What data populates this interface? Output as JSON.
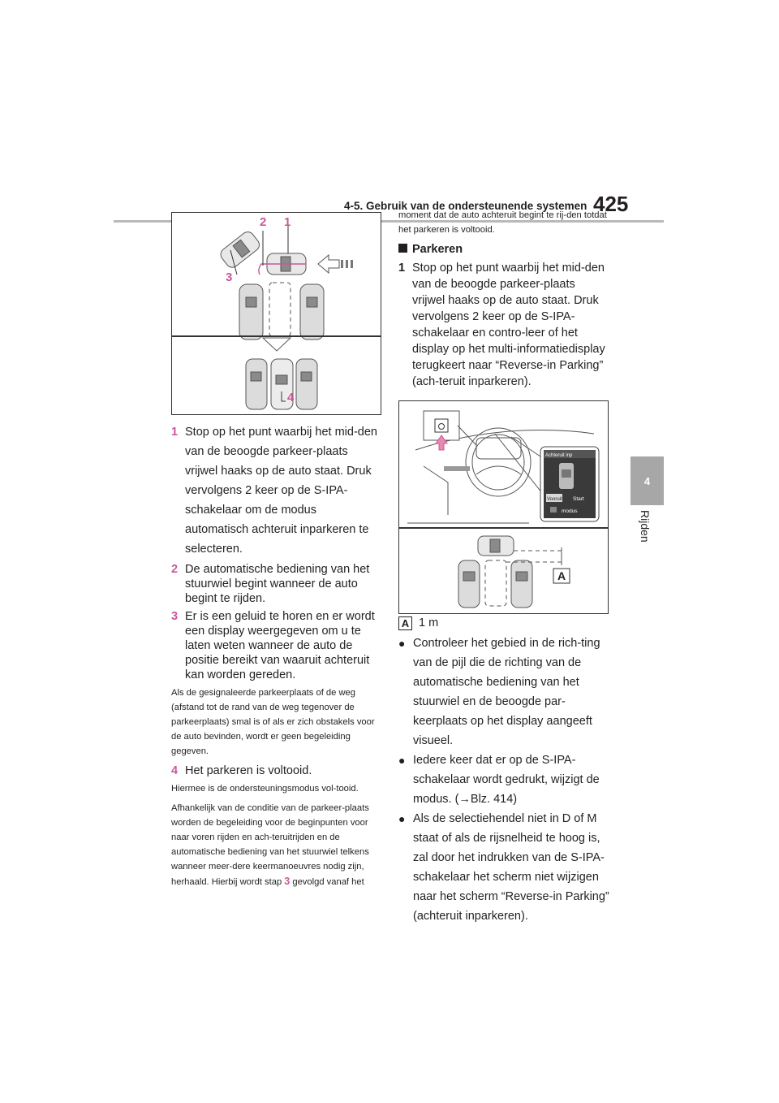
{
  "header": {
    "section": "4-5. Gebruik van de ondersteunende systemen",
    "page_number": "425"
  },
  "chapter_tab": {
    "number": "4",
    "label": "Rijden"
  },
  "figure1": {
    "labels": [
      "2",
      "1",
      "3",
      "4"
    ]
  },
  "left_column": {
    "steps": [
      {
        "num": "1",
        "text": "Stop op het punt waarbij het mid-den van de beoogde parkeer-plaats vrijwel haaks op de auto staat. Druk vervolgens 2 keer op de S-IPA-schakelaar om de modus automatisch achteruit inparkeren te selecteren."
      },
      {
        "num": "2",
        "text": "De automatische bediening van het stuurwiel begint wanneer de auto begint te rijden."
      },
      {
        "num": "3",
        "text": "Er is een geluid te horen en er wordt een display weergegeven om u te laten weten wanneer de auto de positie bereikt van waaruit achteruit kan worden gereden."
      }
    ],
    "note1": "Als de gesignaleerde parkeerplaats of de weg (afstand tot de rand van de weg tegenover de parkeerplaats) smal is of als er zich obstakels voor de auto bevinden, wordt er geen begeleiding gegeven.",
    "step4": {
      "num": "4",
      "text": "Het parkeren is voltooid."
    },
    "note2": "Hiermee is de ondersteuningsmodus vol-tooid.",
    "note3_before": "Afhankelijk van de conditie van de parkeer-plaats worden de begeleiding voor de beginpunten voor naar voren rijden en ach-teruitrijden en de automatische bediening van het stuurwiel telkens wanneer meer-dere keermanoeuvres nodig zijn, herhaald. Hierbij wordt stap",
    "note3_step": "3",
    "note3_after": "gevolgd vanaf het"
  },
  "right_column": {
    "cont_text": "moment dat de auto achteruit begint te rij-den totdat het parkeren is voltooid.",
    "section_title": "Parkeren",
    "step1": {
      "num": "1",
      "text": "Stop op het punt waarbij het mid-den van de beoogde parkeer-plaats vrijwel haaks op de auto staat. Druk vervolgens 2 keer op de S-IPA-schakelaar en contro-leer of het display op het multi-informatiedisplay terugkeert naar “Reverse-in Parking” (ach-teruit inparkeren)."
    },
    "figure2": {
      "screen_title": "Achteruit inp",
      "forward_label": "Vooruit",
      "start_label": "Start",
      "mode_label": "modus",
      "callout": "A"
    },
    "ref": {
      "key": "A",
      "value": "1 m"
    },
    "bullets": [
      "Controleer het gebied in de rich-ting van de pijl die de richting van de automatische bediening van het stuurwiel en de beoogde par-keerplaats op het display aangeeft visueel.",
      "Iedere keer dat er op de S-IPA-schakelaar wordt gedrukt, wijzigt de modus. (→Blz. 414)",
      "Als de selectiehendel niet in D of M staat of als de rijsnelheid te hoog is, zal door het indrukken van de S-IPA-schakelaar het scherm niet wijzigen naar het scherm “Reverse-in Parking” (achteruit inparkeren)."
    ]
  }
}
